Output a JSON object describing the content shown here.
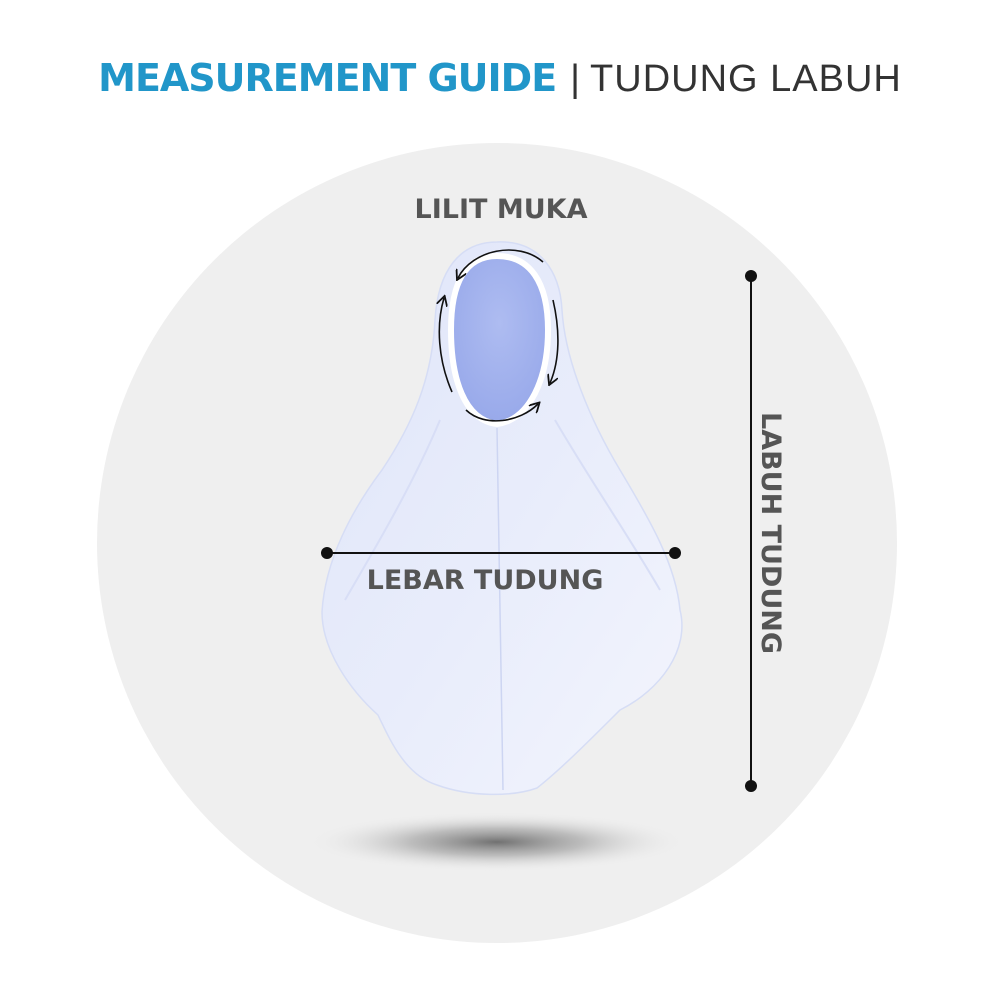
{
  "header": {
    "title_main": "MEASUREMENT GUIDE",
    "title_separator": "|",
    "title_sub": "TUDUNG LABUH"
  },
  "labels": {
    "face_circumference": "LILIT MUKA",
    "width": "LEBAR TUDUNG",
    "length": "LABUH TUDUNG"
  },
  "colors": {
    "accent": "#2196c9",
    "label": "#555555",
    "background_circle": "#efefef",
    "garment": "#e4e9fa",
    "face_opening": "#a8b7ef",
    "measure_line": "#111111"
  }
}
